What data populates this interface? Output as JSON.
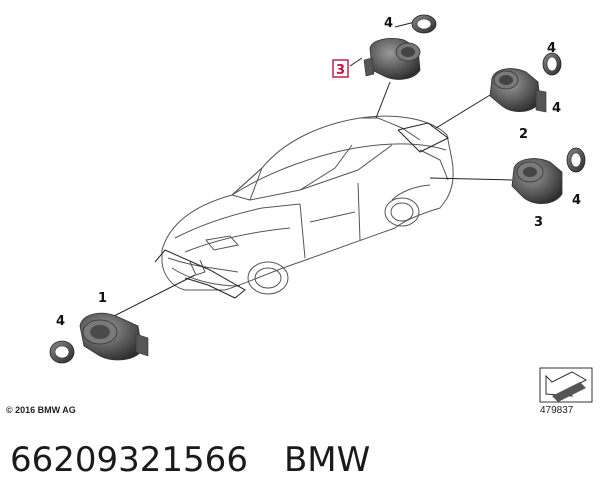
{
  "diagram": {
    "callouts": {
      "sensor_front": "1",
      "sensor_rear_right": "2",
      "sensor_side_right": "3",
      "sensor_top_highlight": "3",
      "ring_top": "4",
      "ring_right_upper": "4",
      "ring_right_lower": "4",
      "ring_front": "4"
    },
    "highlight_color": "#c0143c"
  },
  "footer": {
    "copyright": "© 2016 BMW AG",
    "reference_number": "479837"
  },
  "caption": {
    "part_number": "66209321566",
    "brand": "BMW"
  }
}
